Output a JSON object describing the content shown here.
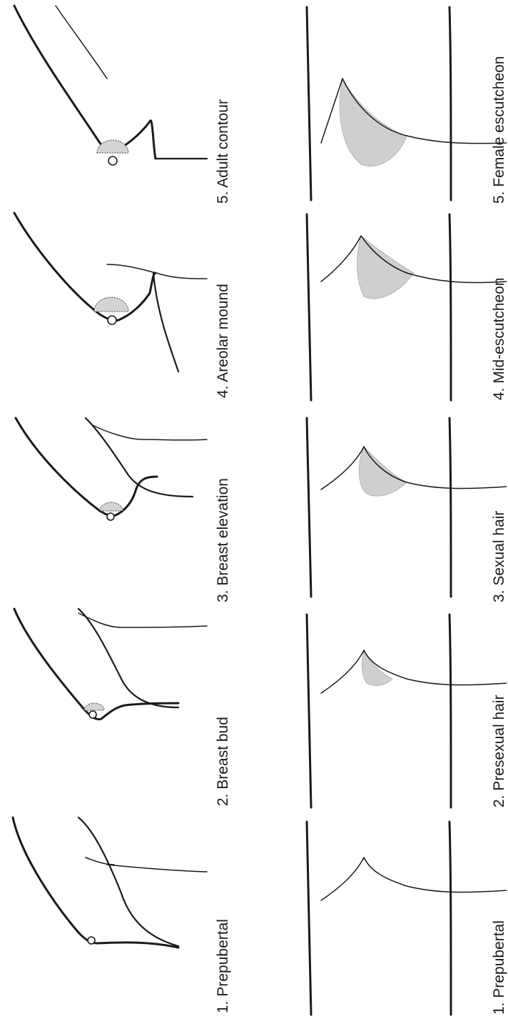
{
  "breast_stages": [
    {
      "label": "1.  Prepubertal"
    },
    {
      "label": "2.  Breast bud"
    },
    {
      "label": "3.  Breast elevation"
    },
    {
      "label": "4.  Areolar mound"
    },
    {
      "label": "5.  Adult contour"
    }
  ],
  "pubic_hair_stages": [
    {
      "label": "1.  Prepubertal"
    },
    {
      "label": "2.  Presexual hair"
    },
    {
      "label": "3.  Sexual hair"
    },
    {
      "label": "4.  Mid-escutcheon"
    },
    {
      "label": "5.  Female escutcheon"
    }
  ],
  "colors": {
    "line": "#1a1a1a",
    "shading": "#d4d4d4"
  }
}
